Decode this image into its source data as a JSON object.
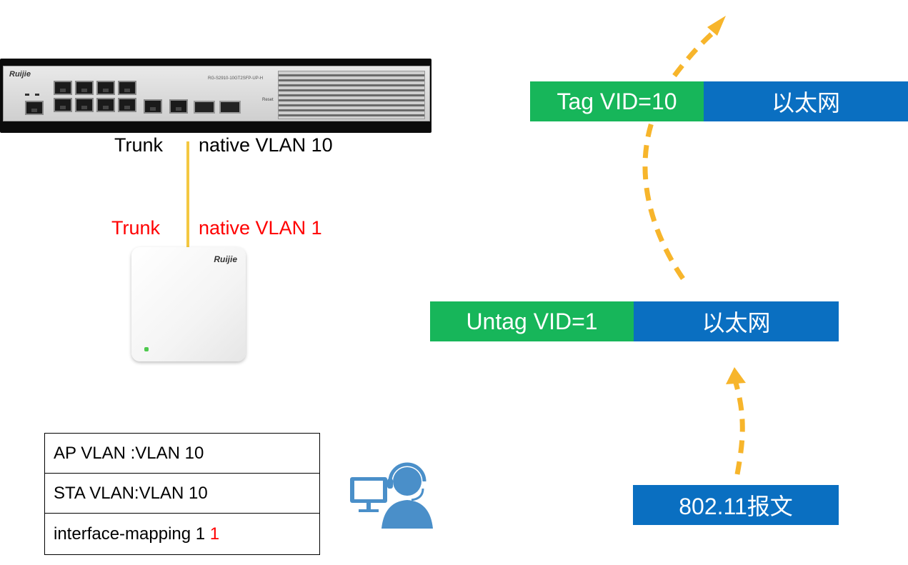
{
  "switch": {
    "brand": "Ruijie",
    "model": "RG-S2910-10GT2SFP-UP-H",
    "reset": "Reset"
  },
  "switch_port": {
    "mode": "Trunk",
    "native": "native VLAN 10"
  },
  "ap_port": {
    "mode": "Trunk",
    "native": "native VLAN 1"
  },
  "ap": {
    "brand": "Ruijie"
  },
  "info_table": {
    "ap_vlan": "AP VLAN :VLAN 10",
    "sta_vlan": "STA VLAN:VLAN 10",
    "mapping_prefix": "interface-mapping 1 ",
    "mapping_highlight": "1"
  },
  "frames": {
    "top": {
      "tag": "Tag VID=10",
      "payload": "以太网"
    },
    "middle": {
      "tag": "Untag  VID=1",
      "payload": "以太网"
    },
    "bottom": {
      "payload": "802.11报文"
    }
  },
  "colors": {
    "tag_green": "#17b65a",
    "payload_blue": "#0a6fc1",
    "arrow_yellow": "#f7b52b",
    "cable_yellow": "#f4c842",
    "highlight_red": "#ff0000"
  },
  "icons": {
    "user": "support-agent-icon"
  }
}
